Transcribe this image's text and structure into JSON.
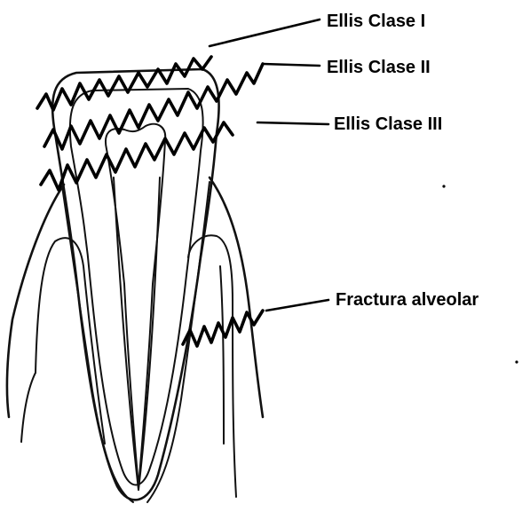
{
  "labels": {
    "ellis_1": "Ellis Clase I",
    "ellis_2": "Ellis Clase II",
    "ellis_3": "Ellis Clase III",
    "alveolar": "Fractura alveolar"
  }
}
